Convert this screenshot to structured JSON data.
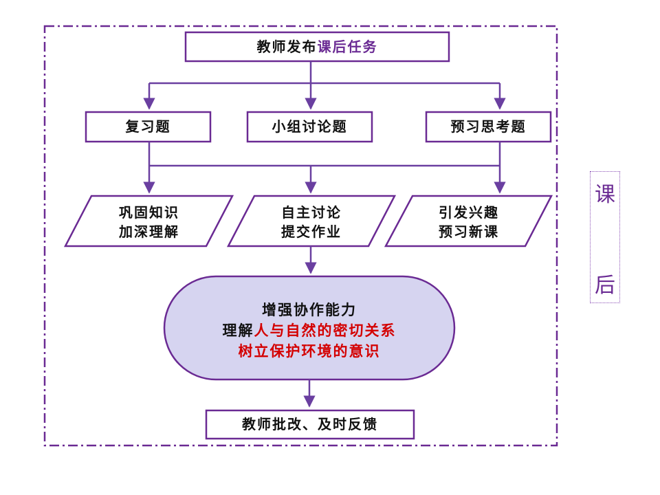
{
  "top": {
    "prefix": "教师发布",
    "highlight": "课后任务"
  },
  "tasks": [
    "复习题",
    "小组讨论题",
    "预习思考题"
  ],
  "outcomes": [
    {
      "line1": "巩固知识",
      "line2": "加深理解"
    },
    {
      "line1": "自主讨论",
      "line2": "提交作业"
    },
    {
      "line1": "引发兴趣",
      "line2": "预习新课"
    }
  ],
  "goal": {
    "line1": "增强协作能力",
    "line2_prefix": "理解",
    "line2_highlight": "人与自然的密切关系",
    "line3": "树立保护环境的意识"
  },
  "feedback": "教师批改、及时反馈",
  "side_label": [
    "课",
    "后"
  ],
  "colors": {
    "border": "#6a2a93",
    "accent_red": "#d40000",
    "pill_fill": "#d6d4f0"
  }
}
